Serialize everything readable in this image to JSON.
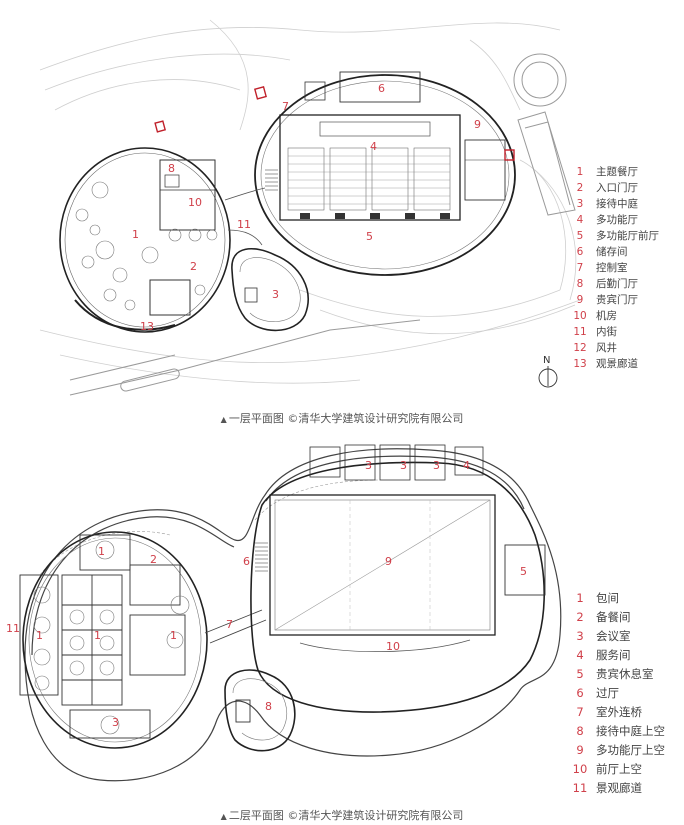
{
  "figure1": {
    "caption_marker": "▲",
    "caption": "一层平面图 ©清华大学建筑设计研究院有限公司",
    "north_label": "N",
    "legend": [
      {
        "num": "1",
        "label": "主题餐厅"
      },
      {
        "num": "2",
        "label": "入口门厅"
      },
      {
        "num": "3",
        "label": "接待中庭"
      },
      {
        "num": "4",
        "label": "多功能厅"
      },
      {
        "num": "5",
        "label": "多功能厅前厅"
      },
      {
        "num": "6",
        "label": "储存间"
      },
      {
        "num": "7",
        "label": "控制室"
      },
      {
        "num": "8",
        "label": "后勤门厅"
      },
      {
        "num": "9",
        "label": "贵宾门厅"
      },
      {
        "num": "10",
        "label": "机房"
      },
      {
        "num": "11",
        "label": "内街"
      },
      {
        "num": "12",
        "label": "风井"
      },
      {
        "num": "13",
        "label": "观景廊道"
      }
    ]
  },
  "figure2": {
    "caption_marker": "▲",
    "caption": "二层平面图 ©清华大学建筑设计研究院有限公司",
    "legend": [
      {
        "num": "1",
        "label": "包间"
      },
      {
        "num": "2",
        "label": "备餐间"
      },
      {
        "num": "3",
        "label": "会议室"
      },
      {
        "num": "4",
        "label": "服务间"
      },
      {
        "num": "5",
        "label": "贵宾休息室"
      },
      {
        "num": "6",
        "label": "过厅"
      },
      {
        "num": "7",
        "label": "室外连桥"
      },
      {
        "num": "8",
        "label": "接待中庭上空"
      },
      {
        "num": "9",
        "label": "多功能厅上空"
      },
      {
        "num": "10",
        "label": "前厅上空"
      },
      {
        "num": "11",
        "label": "景观廊道"
      }
    ]
  }
}
